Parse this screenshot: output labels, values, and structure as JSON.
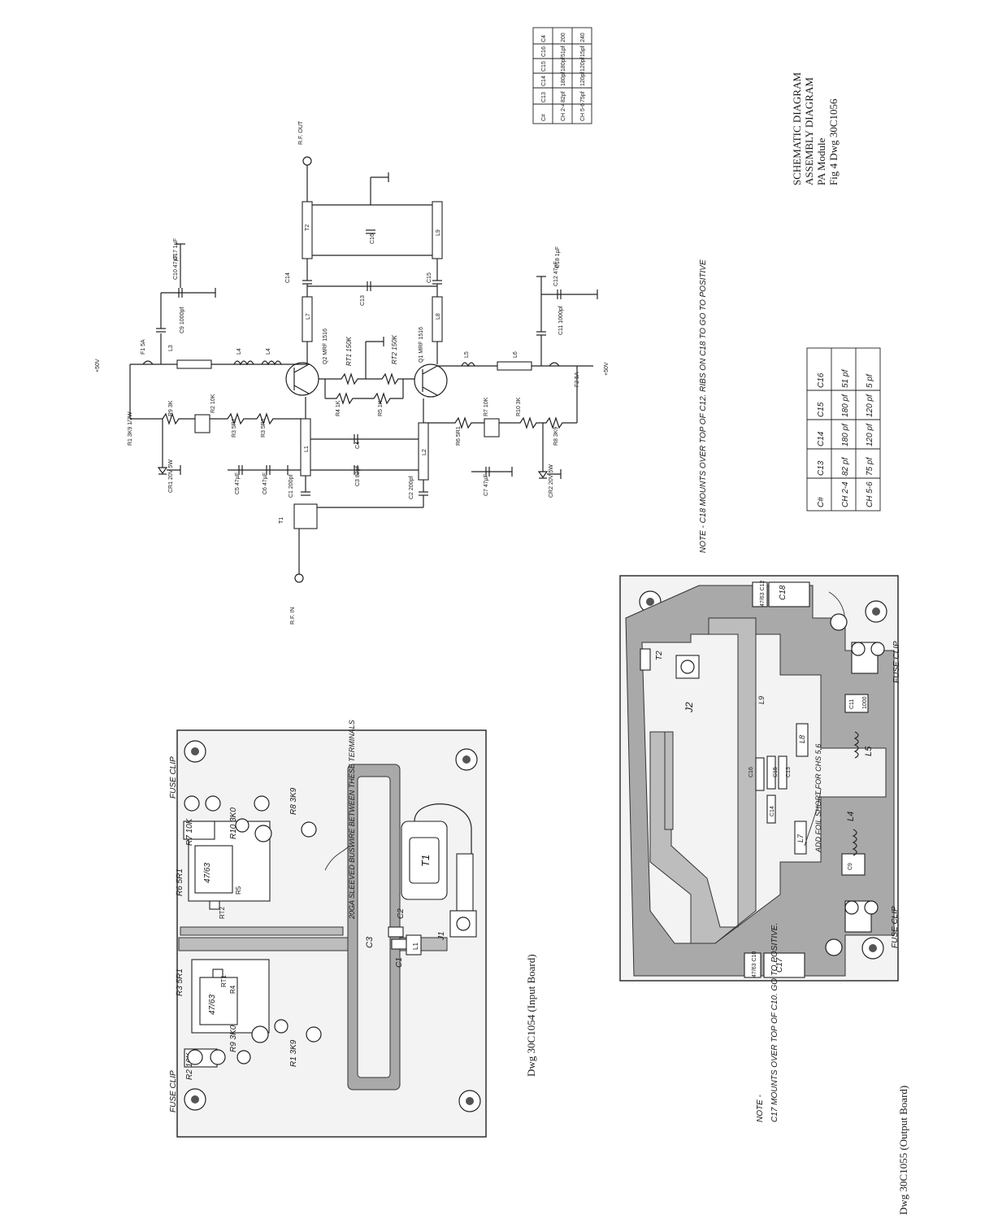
{
  "title_block": {
    "line1": "SCHEMATIC DIAGRAM",
    "line2": "ASSEMBLY DIAGRAM",
    "line3": "PA Module",
    "line4": "Fig 4 Dwg 30C1056"
  },
  "capacitor_table_top": {
    "headers": [
      "C#",
      "CH 2-4",
      "CH 5-6"
    ],
    "rows": [
      [
        "C13",
        "82pf",
        "75pf"
      ],
      [
        "C14",
        "180pf",
        "120pf"
      ],
      [
        "C15",
        "180pf",
        "120pf"
      ],
      [
        "C16",
        "51pf",
        "15pf"
      ],
      [
        "C4",
        "200",
        "240"
      ]
    ]
  },
  "capacitor_table_right": {
    "headers": [
      "C#",
      "CH 2-4",
      "CH 5-6"
    ],
    "rows": [
      [
        "C13",
        "82 pf",
        "75 pf"
      ],
      [
        "C14",
        "180 pf",
        "120 pf"
      ],
      [
        "C15",
        "180 pf",
        "120 pf"
      ],
      [
        "C16",
        "51 pf",
        "5 pf"
      ]
    ]
  },
  "notes": {
    "c18_note": "NOTE - C18 MOUNTS OVER TOP OF C12. RIBS ON C18 TO GO TO POSITIVE",
    "c17_note_head": "NOTE -",
    "c17_note_body": "C17 MOUNTS OVER TOP OF C10. GO TO POSITIVE."
  },
  "input_board": {
    "caption": "Dwg 30C1054 (Input Board)",
    "fuse_clip_left": "FUSE CLIP",
    "fuse_clip_right": "FUSE CLIP",
    "busbar_note": "20GA SLEEVED BUSWIRE BETWEEN THESE TERMINALS",
    "labels": {
      "r2": "R2 10K",
      "r9": "R9 3K0",
      "r1": "R1 3K9",
      "r3": "R3 5R1",
      "c1": "C1",
      "c2": "C2",
      "c3": "C3",
      "rt1": "RT1",
      "rt2": "RT2",
      "cap_left": "47/63",
      "cap_right": "47/63",
      "r6": "R6 5R1",
      "r7": "R7 10K",
      "r10": "R10 3K0",
      "r8": "R8 3K9",
      "t1": "T1",
      "j1": "J1",
      "l1": "L1",
      "r4": "R4",
      "r5": "R5"
    }
  },
  "output_board": {
    "caption": "Dwg 30C1055 (Output Board)",
    "fuse_clip_left": "FUSE CLIP",
    "fuse_clip_right": "FUSE CLIP",
    "foil_note": "ADD FOIL SHORT FOR CHS 5,6",
    "labels": {
      "c17": "C17",
      "c10": "47/63 C10",
      "c9": "C9",
      "c18": "C18",
      "c12": "47/63 C12",
      "c11": "C11",
      "c13": "C13",
      "c14": "C14",
      "c15": "C15",
      "c16": "C16",
      "t2": "T2",
      "j2": "J2",
      "l4": "L4",
      "l5": "L5",
      "l7": "L7",
      "l8": "L8",
      "l9": "L9",
      "cap1000": "1000"
    }
  },
  "schematic": {
    "rf_out": "R.F. OUT",
    "rf_in": "R.F. IN",
    "supply_top": "+50V",
    "supply_bottom": "+50V",
    "parts": {
      "f1": "F1 5A",
      "f2": "F2 5A",
      "l3": "L3",
      "l4": "L4",
      "l4b": "L4",
      "l5": "L5",
      "l6": "L6",
      "l7": "L7",
      "l8": "L8",
      "l9": "L9",
      "l1": "L1",
      "l2": "L2",
      "t1": "T1",
      "t2": "T2",
      "c9": "C9 1000pf",
      "c10": "C10 47µF",
      "c17": "C17 1µF",
      "c11": "C11 1000pf",
      "c12": "C12 47µF",
      "c18": "C18 1µF",
      "c13": "C13",
      "c14": "C14",
      "c15": "C15",
      "c16": "C16",
      "c4": "C4",
      "c1": "C1 200pf",
      "c2": "C2 200pf",
      "c3": "C3 82pf",
      "c5": "C5 47µF",
      "c6": "C6 47µF",
      "c7": "C7 47µF",
      "q1": "Q1 MRF 1516",
      "q2": "Q2 MRF 1516",
      "rt1": "RT1 150K",
      "rt2": "RT2 150K",
      "r4": "R4 1K",
      "r5": "R5 1K",
      "r1": "R1 3K9 1/2W",
      "r9": "R9 3K",
      "r2": "R2 10K",
      "r3": "R3 5R1",
      "r3b": "R3 5R1",
      "r6": "R6 5R1",
      "r7": "R7 10K",
      "r10": "R10 3K",
      "r8": "R8 3K9",
      "cr1": "CR1 20V 5W",
      "cr2": "CR2 20V 5W"
    }
  }
}
